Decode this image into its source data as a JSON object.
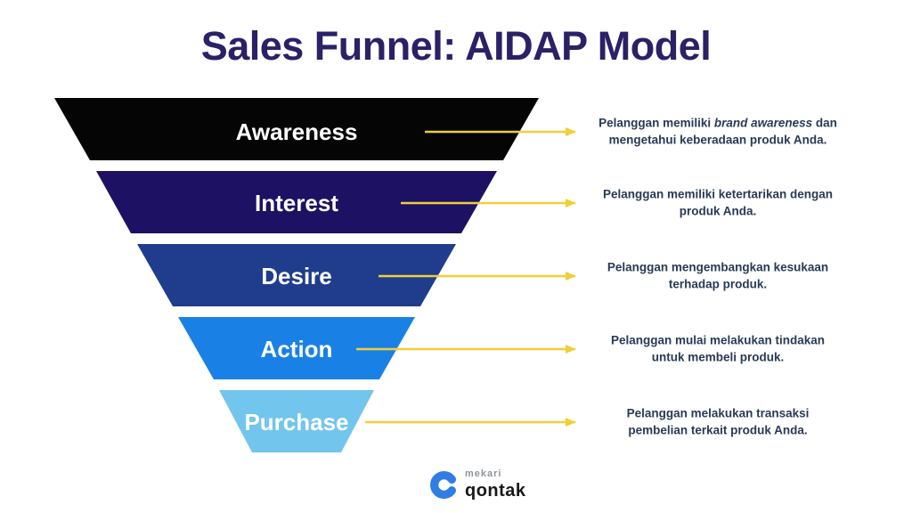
{
  "title": "Sales Funnel: AIDAP Model",
  "colors": {
    "background": "#ffffff",
    "title": "#2b2167",
    "stage_label": "#ffffff",
    "description_text": "#2a3a55",
    "arrow": "#f0cf3a",
    "logo_blue": "#2f7ee2",
    "logo_mekari_gray": "#8e9499",
    "logo_qontak_black": "#17181a"
  },
  "funnel": {
    "stages": [
      {
        "label": "Awareness",
        "color": "#050505"
      },
      {
        "label": "Interest",
        "color": "#1d1164"
      },
      {
        "label": "Desire",
        "color": "#1f3d8c"
      },
      {
        "label": "Action",
        "color": "#1981e6"
      },
      {
        "label": "Purchase",
        "color": "#72c5ec"
      }
    ]
  },
  "descriptions": [
    {
      "line1_before": "Pelanggan memiliki ",
      "line1_italic": "brand awareness",
      "line1_after": " dan",
      "line2": "mengetahui keberadaan produk Anda."
    },
    {
      "line1": "Pelanggan memiliki ketertarikan dengan",
      "line2": "produk Anda."
    },
    {
      "line1": "Pelanggan mengembangkan kesukaan",
      "line2": "terhadap produk."
    },
    {
      "line1": "Pelanggan mulai melakukan tindakan",
      "line2": "untuk membeli produk."
    },
    {
      "line1": "Pelanggan melakukan transaksi",
      "line2": "pembelian terkait produk Anda."
    }
  ],
  "logo": {
    "brand_top": "mekari",
    "brand_bottom": "qontak"
  }
}
